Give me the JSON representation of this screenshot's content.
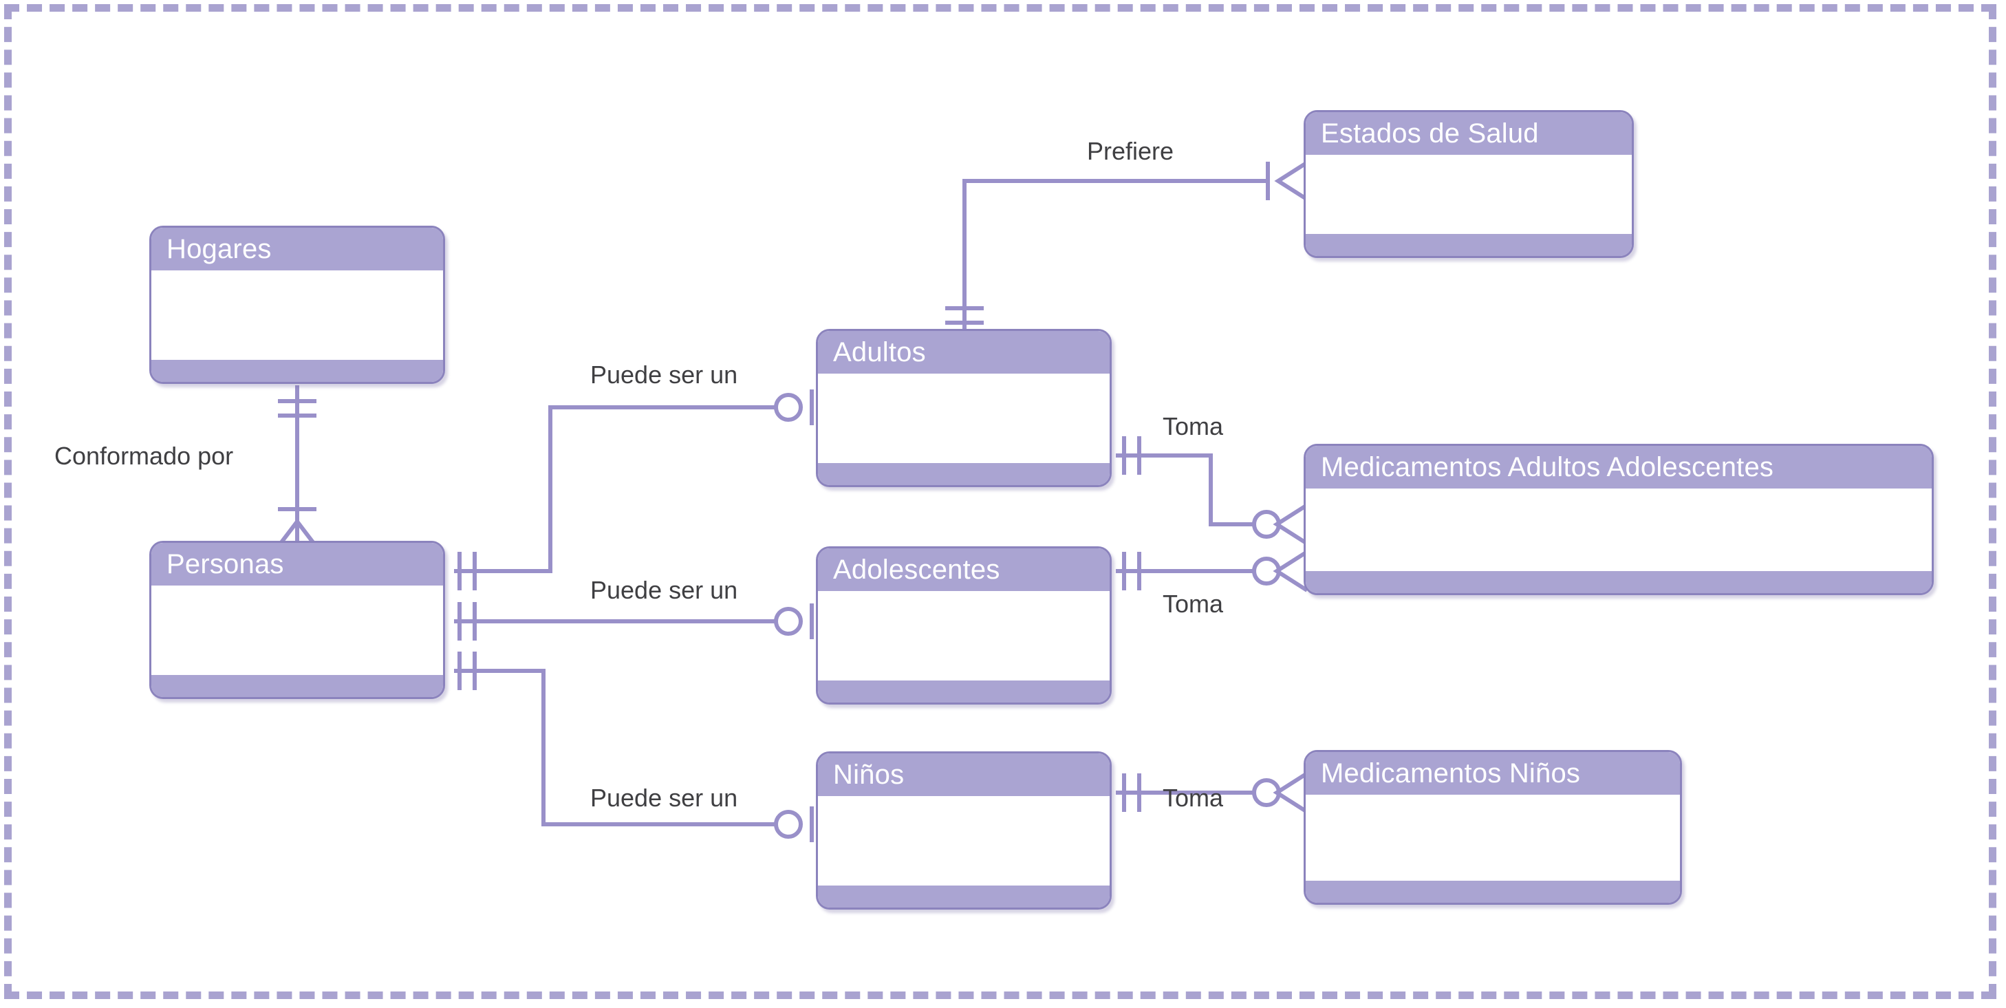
{
  "diagram": {
    "title": "Diagrama Entidad-Relacion Hogares y Personas",
    "notation": "crow-foot",
    "colors": {
      "entity_header_fill": "#aaa4d2",
      "entity_border": "#8b83bd",
      "entity_body_fill": "#ffffff",
      "connector_line": "#9990c9",
      "frame_dash": "#a9a3d0",
      "label_text": "#3f3f42",
      "header_text": "#ffffff",
      "canvas_background": "#ffffff"
    },
    "entities": [
      {
        "id": "hogares",
        "name": "Hogares"
      },
      {
        "id": "personas",
        "name": "Personas"
      },
      {
        "id": "adultos",
        "name": "Adultos"
      },
      {
        "id": "adolescentes",
        "name": "Adolescentes"
      },
      {
        "id": "ninos",
        "name": "Niños"
      },
      {
        "id": "estados_salud",
        "name": "Estados de Salud"
      },
      {
        "id": "medicamentos_adultos_adolescentes",
        "name": "Medicamentos Adultos Adolescentes"
      },
      {
        "id": "medicamentos_ninos",
        "name": "Medicamentos Niños"
      }
    ],
    "relationships": [
      {
        "id": "rel-conformado-por",
        "label": "Conformado por",
        "from": "hogares",
        "to": "personas",
        "from_cardinality": "one-and-only-one",
        "to_cardinality": "one-or-many"
      },
      {
        "id": "rel-prefiere",
        "label": "Prefiere",
        "from": "adultos",
        "to": "estados_salud",
        "from_cardinality": "one-and-only-one",
        "to_cardinality": "one-or-many"
      },
      {
        "id": "rel-puede-ser-un-adultos",
        "label": "Puede ser un",
        "from": "personas",
        "to": "adultos",
        "from_cardinality": "one-and-only-one",
        "to_cardinality": "zero-or-one"
      },
      {
        "id": "rel-puede-ser-un-adolescentes",
        "label": "Puede ser un",
        "from": "personas",
        "to": "adolescentes",
        "from_cardinality": "one-and-only-one",
        "to_cardinality": "zero-or-one"
      },
      {
        "id": "rel-puede-ser-un-ninos",
        "label": "Puede ser un",
        "from": "personas",
        "to": "ninos",
        "from_cardinality": "one-and-only-one",
        "to_cardinality": "zero-or-one"
      },
      {
        "id": "rel-toma-adultos",
        "label": "Toma",
        "from": "adultos",
        "to": "medicamentos_adultos_adolescentes",
        "from_cardinality": "one-and-only-one",
        "to_cardinality": "zero-or-many"
      },
      {
        "id": "rel-toma-adolescentes",
        "label": "Toma",
        "from": "adolescentes",
        "to": "medicamentos_adultos_adolescentes",
        "from_cardinality": "one-and-only-one",
        "to_cardinality": "zero-or-many"
      },
      {
        "id": "rel-toma-ninos",
        "label": "Toma",
        "from": "ninos",
        "to": "medicamentos_ninos",
        "from_cardinality": "one-and-only-one",
        "to_cardinality": "zero-or-many"
      }
    ],
    "labels": {
      "conformado_por": "Conformado por",
      "prefiere": "Prefiere",
      "puede_ser_un_adultos": "Puede ser un",
      "puede_ser_un_adolescentes": "Puede ser un",
      "puede_ser_un_ninos": "Puede ser un",
      "toma_adultos": "Toma",
      "toma_adolescentes": "Toma",
      "toma_ninos": "Toma"
    }
  }
}
